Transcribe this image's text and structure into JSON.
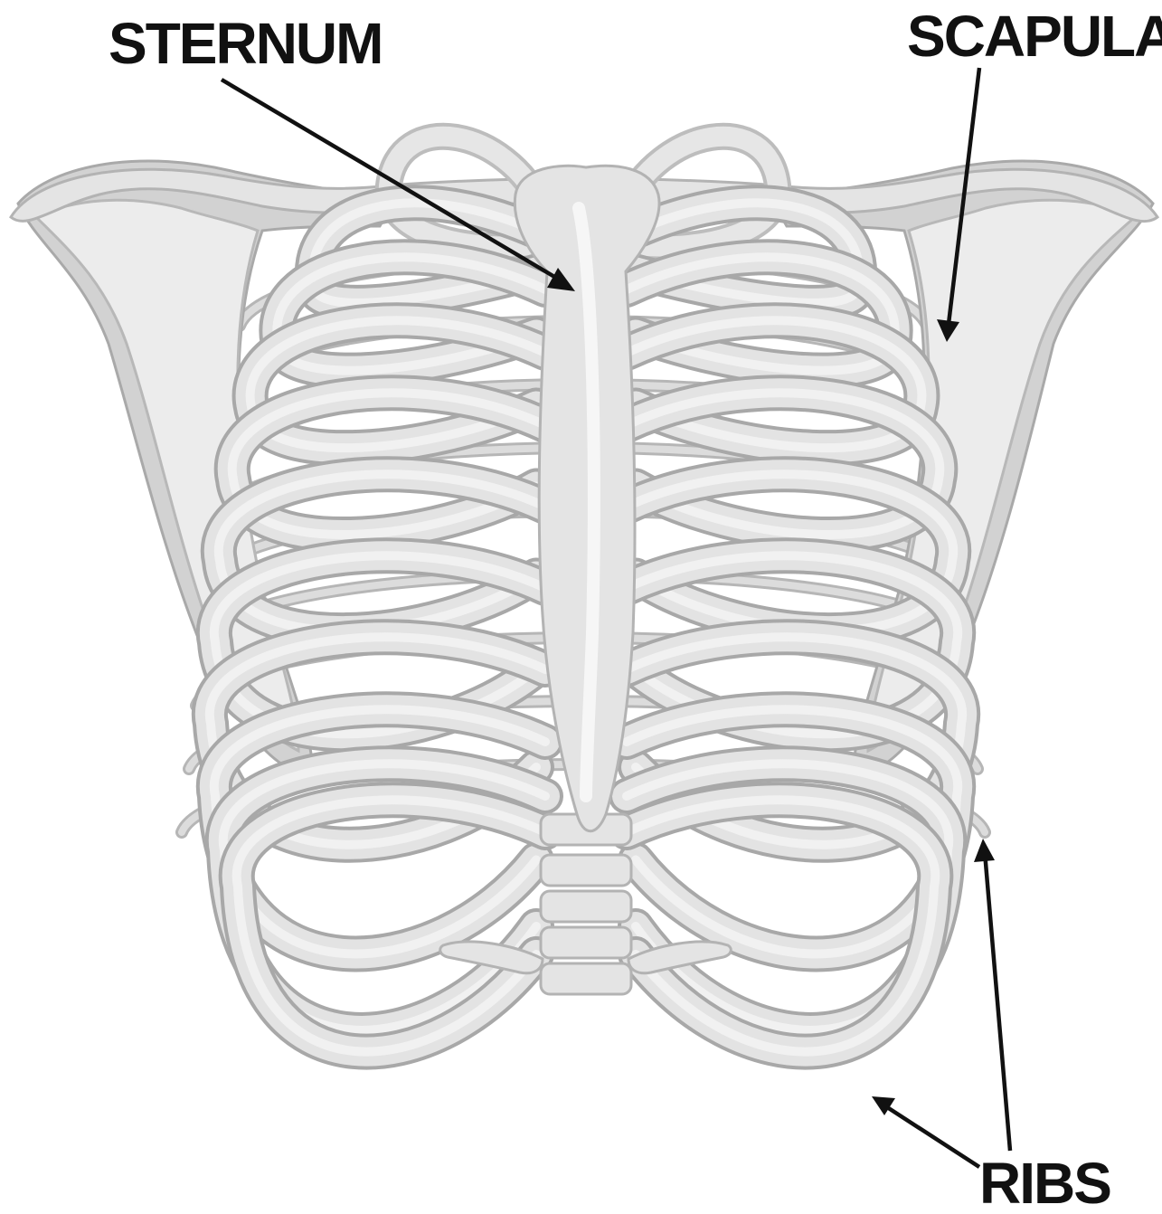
{
  "labels": {
    "sternum": "STERNUM",
    "scapula": "SCAPULA",
    "ribs": "RIBS"
  },
  "colors": {
    "bone_fill": "#e4e4e4",
    "bone_outline": "#b3b3b3",
    "label_text": "#111111",
    "background": "#ffffff"
  }
}
